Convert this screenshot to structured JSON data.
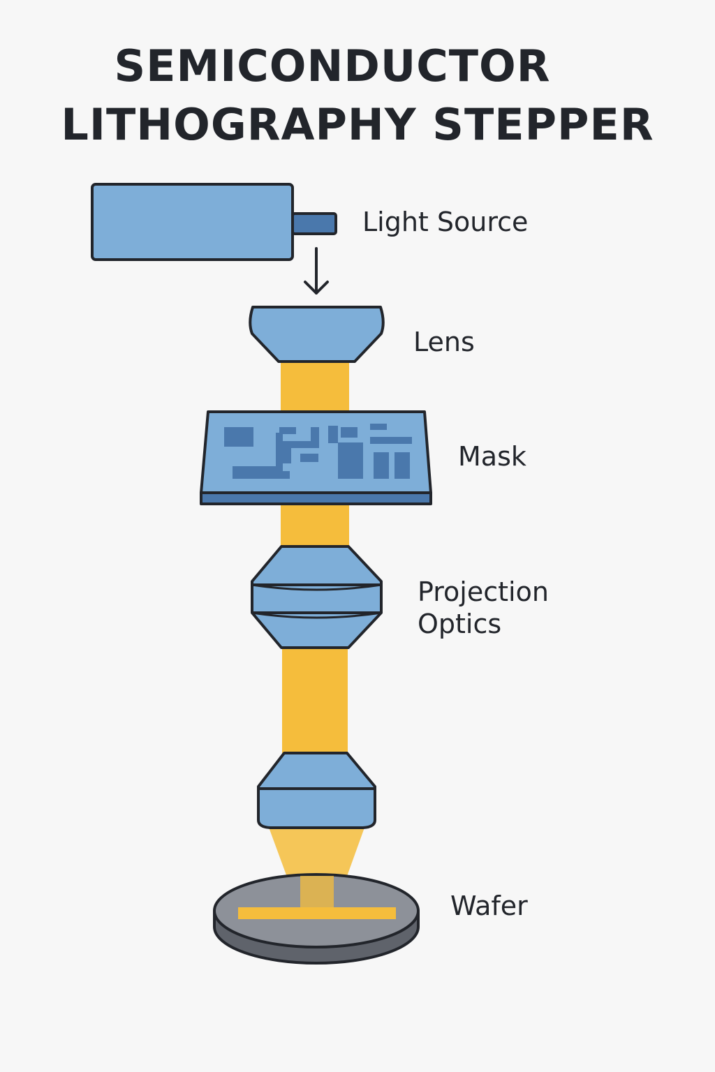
{
  "title": {
    "line1": "SEMICONDUCTOR",
    "line2": "LITHOGRAPHY STEPPER"
  },
  "components": {
    "light_source": "Light Source",
    "lens": "Lens",
    "mask": "Mask",
    "projection_optics": "Projection Optics",
    "wafer": "Wafer"
  },
  "colors": {
    "component_fill": "#7eaed8",
    "component_dark": "#4a78ac",
    "outline": "#22252b",
    "light_beam": "#f5bd3c",
    "wafer_top": "#8d9199",
    "wafer_side": "#5f636b",
    "background": "#f7f7f7"
  }
}
